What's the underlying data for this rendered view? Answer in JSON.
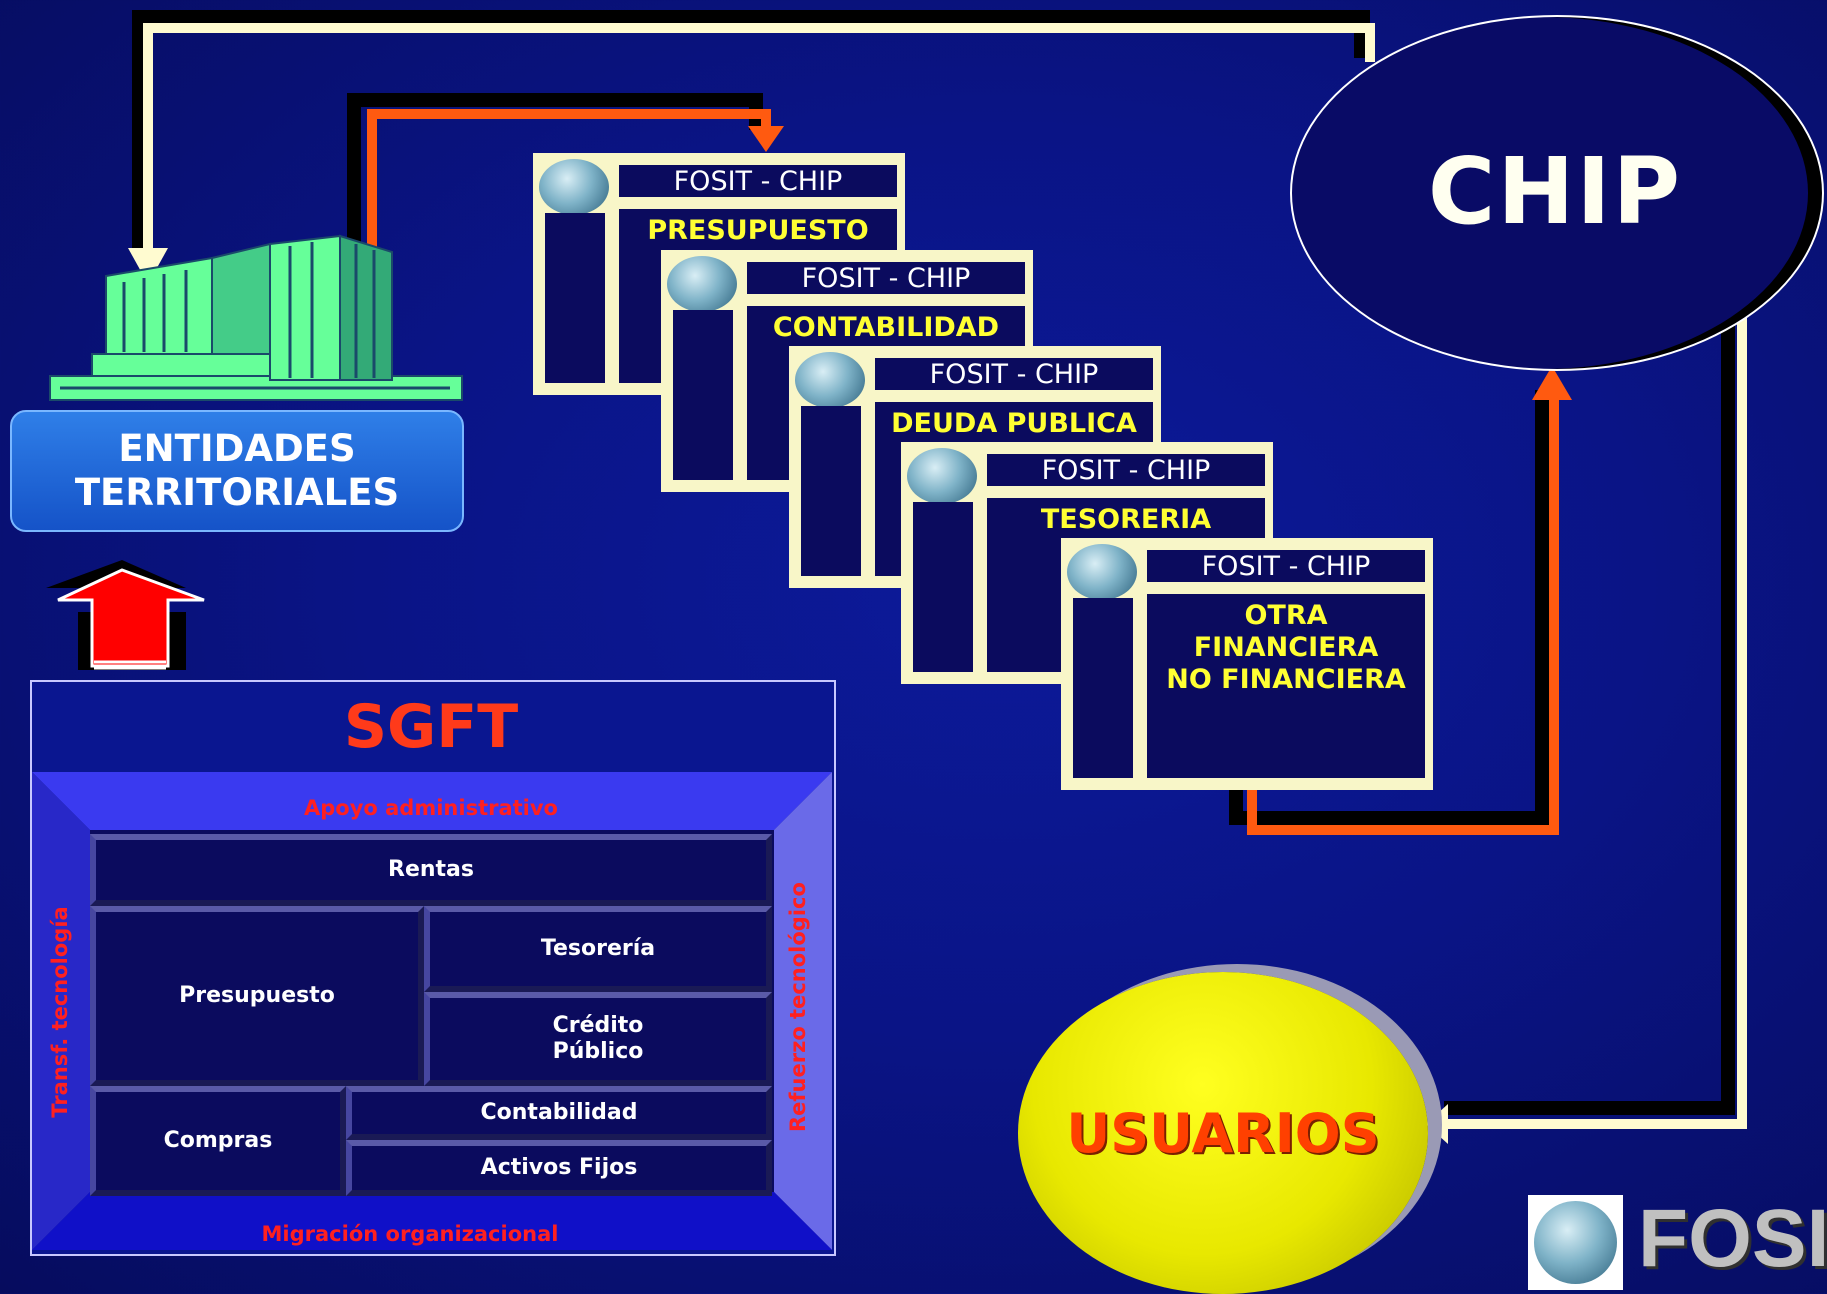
{
  "entidades": {
    "line1": "ENTIDADES",
    "line2": "TERRITORIALES"
  },
  "windows": [
    {
      "title": "FOSIT - CHIP",
      "label": "PRESUPUESTO"
    },
    {
      "title": "FOSIT - CHIP",
      "label": "CONTABILIDAD"
    },
    {
      "title": "FOSIT - CHIP",
      "label": "DEUDA PUBLICA"
    },
    {
      "title": "FOSIT - CHIP",
      "label": "TESORERIA"
    },
    {
      "title": "FOSIT - CHIP",
      "label_lines": [
        "OTRA",
        "FINANCIERA",
        "NO FINANCIERA"
      ]
    }
  ],
  "chip": "CHIP",
  "usuarios": "USUARIOS",
  "sgft": {
    "title": "SGFT",
    "top_label": "Apoyo administrativo",
    "bottom_label": "Migración organizacional",
    "left_label": "Transf. tecnología",
    "right_label": "Refuerzo tecnológico",
    "modules": {
      "rentas": "Rentas",
      "presupuesto": "Presupuesto",
      "tesoreria": "Tesorería",
      "credito_line1": "Crédito",
      "credito_line2": "Público",
      "compras": "Compras",
      "contabilidad": "Contabilidad",
      "activos": "Activos Fijos"
    }
  },
  "brand": "FOSIT",
  "colors": {
    "background": "#0a1486",
    "orange_arrow": "#ff5a10",
    "cream_arrow": "#fffbd0",
    "building": "#66ff99",
    "sgft_title": "#ff3a1a"
  }
}
